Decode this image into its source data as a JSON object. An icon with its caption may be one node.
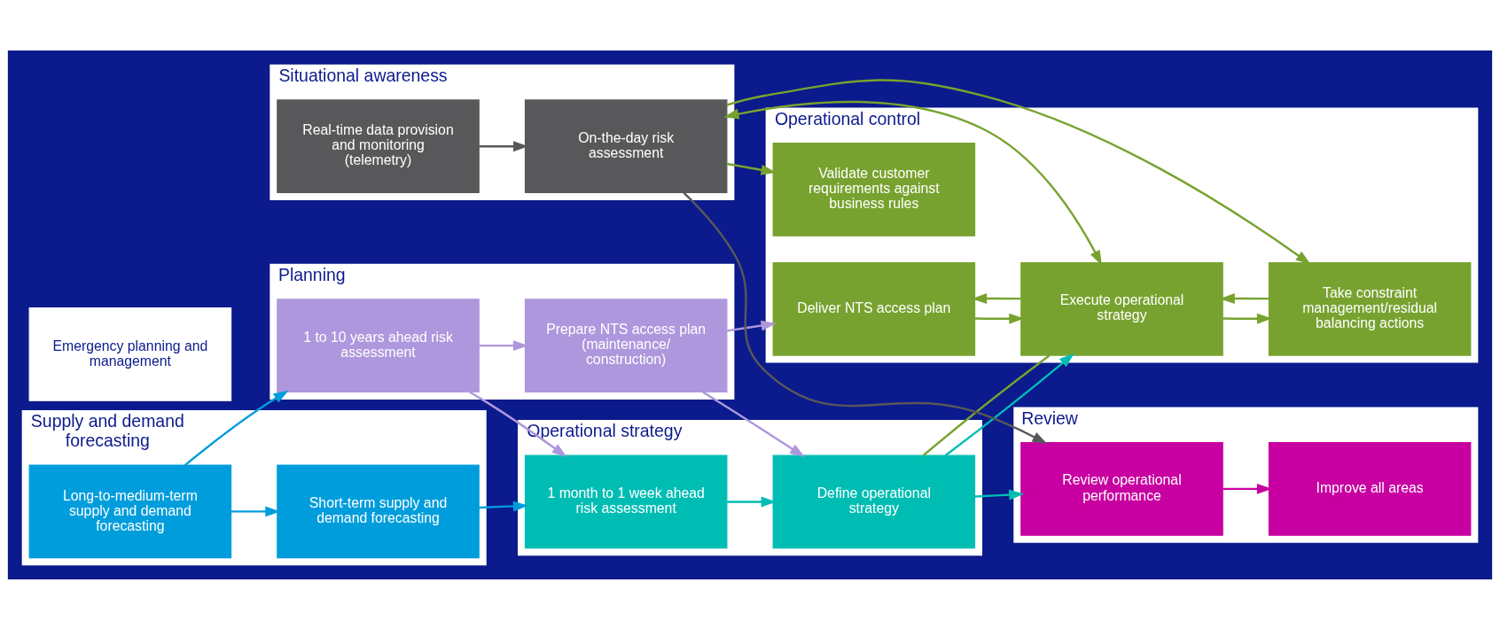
{
  "diagram": {
    "nodes": [
      {
        "text": [
          "Supply and demand forecasting"
        ]
      },
      {
        "text": [
          "Long-to-medium-term supply and demand forecasting"
        ],
        "in": 0
      },
      {
        "text": [
          "Short-term supply and demand forecasting"
        ],
        "in": 0
      },
      {
        "text": [
          "Planning"
        ]
      },
      {
        "text": [
          "1 to 10 years ahead risk assessment"
        ],
        "in": 3
      },
      {
        "text": [
          "Prepare NTS access plan (maintenance/ construction)"
        ],
        "in": 3
      },
      {
        "text": [
          "Operational control"
        ]
      },
      {
        "text": [
          "Deliver NTS access plan"
        ],
        "in": 6
      },
      {
        "text": [
          "Validate customer requirements against business rules"
        ],
        "in": 6
      },
      {
        "text": [
          "Execute operational strategy"
        ],
        "in": 6
      },
      {
        "text": [
          "Take constraint management/residual balancing actions"
        ],
        "in": 6
      },
      {
        "text": [
          "Operational strategy"
        ]
      },
      {
        "text": [
          "1 month to 1 week ahead risk assessment"
        ],
        "in": 11
      },
      {
        "text": [
          "Define operational strategy"
        ],
        "in": 11
      },
      {
        "text": [
          "Emergency planning and management"
        ]
      },
      {
        "text": [
          "Review"
        ]
      },
      {
        "text": [
          "Improve all areas"
        ],
        "in": 15
      },
      {
        "text": [
          "Review operational performance"
        ],
        "in": 15
      },
      {
        "text": [
          "Situational awareness"
        ]
      },
      {
        "text": [
          "On-the-day risk assessment"
        ],
        "in": 18
      },
      {
        "text": [
          "Real-time data provision and monitoring (telemetry)"
        ],
        "in": 18
      }
    ],
    "edges": [
      {
        "from": 1,
        "to": 4,
        "arrow": "to",
        "color": "#009ddc"
      },
      {
        "from": 1,
        "to": 2,
        "arrow": "to",
        "color": "#009ddc"
      },
      {
        "from": 2,
        "to": 12,
        "arrow": "to",
        "color": "#009ddc"
      },
      {
        "from": 4,
        "to": 5,
        "arrow": "to",
        "color": "#ae97dc"
      },
      {
        "from": 4,
        "to": 12,
        "arrow": "to",
        "color": "#ae97dc"
      },
      {
        "from": 5,
        "to": 7,
        "arrow": "to",
        "color": "#ae97dc"
      },
      {
        "from": 5,
        "to": 13,
        "arrow": "to",
        "color": "#ae97dc"
      },
      {
        "from": 12,
        "to": 13,
        "arrow": "to",
        "color": "#00bdb4"
      },
      {
        "from": 13,
        "to": 9,
        "arrow": "to",
        "color": "#00bdb4"
      },
      {
        "from": 7,
        "to": 9,
        "arrow": "to",
        "color": "#78a22f"
      },
      {
        "from": 9,
        "to": 7,
        "arrow": "to",
        "color": "#78a22f"
      },
      {
        "from": 9,
        "to": 10,
        "arrow": "to",
        "color": "#78a22f"
      },
      {
        "from": 10,
        "to": 9,
        "arrow": "to",
        "color": "#78a22f"
      },
      {
        "from": 13,
        "to": 17,
        "arrow": "to",
        "color": "#00bdb4"
      },
      {
        "from": 13,
        "to": 9,
        "arrow": "none",
        "color": "#78a22f"
      },
      {
        "from": 19,
        "to": 9,
        "arrow": "both",
        "color": "#78a22f"
      },
      {
        "from": 19,
        "to": 10,
        "arrow": "to",
        "color": "#78a22f"
      },
      {
        "from": 19,
        "to": 8,
        "arrow": "to",
        "color": "#78a22f"
      },
      {
        "from": 20,
        "to": 19,
        "arrow": "to",
        "color": "#58585a"
      },
      {
        "from": 19,
        "to": 17,
        "arrow": "to",
        "color": "#58585a"
      },
      {
        "from": 17,
        "to": 16,
        "arrow": "to",
        "color": "#c800a1"
      }
    ]
  }
}
